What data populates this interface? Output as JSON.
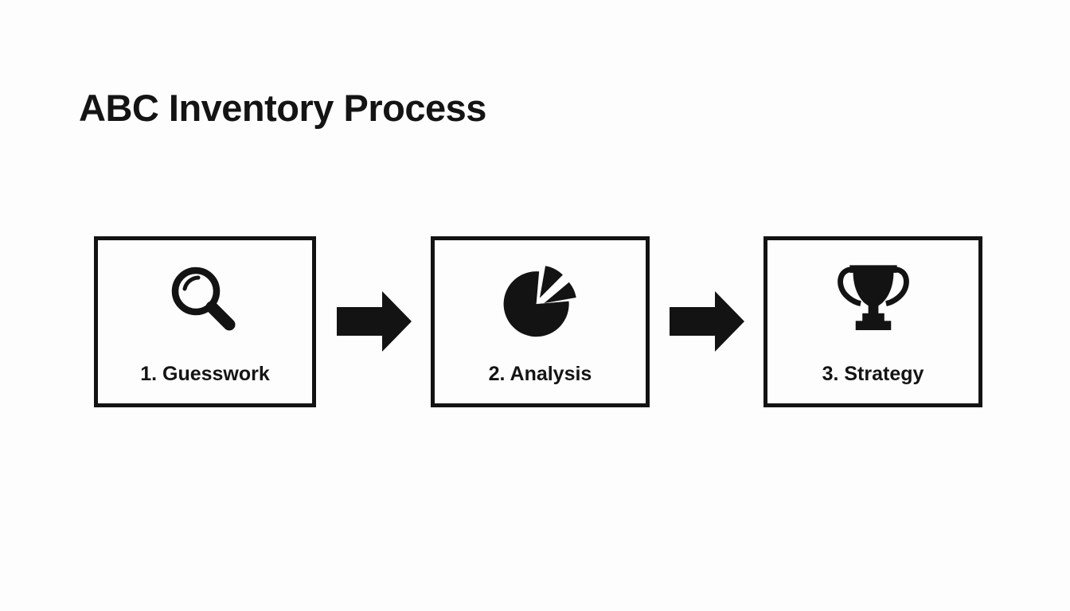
{
  "title": "ABC Inventory Process",
  "diagram": {
    "steps": [
      {
        "label": "1. Guesswork",
        "icon": "magnifier-icon"
      },
      {
        "label": "2. Analysis",
        "icon": "pie-chart-icon"
      },
      {
        "label": "3. Strategy",
        "icon": "trophy-icon"
      }
    ],
    "connector": "right-arrow",
    "colors": {
      "background": "#fdfdfd",
      "foreground": "#131313"
    }
  }
}
